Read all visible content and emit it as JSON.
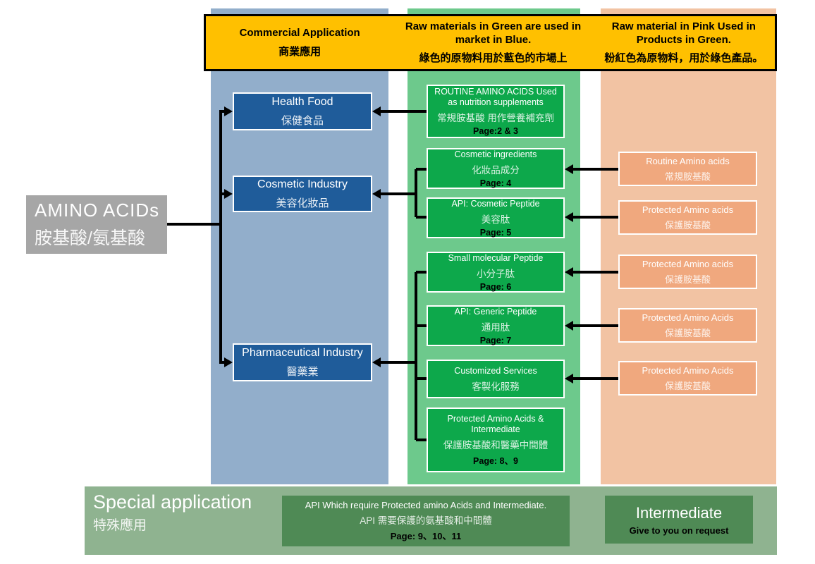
{
  "header": {
    "cells": [
      {
        "en": "Commercial Application",
        "zh": "商業應用"
      },
      {
        "en": "Raw materials in Green are used in market in Blue.",
        "zh": "綠色的原物料用於藍色的市場上"
      },
      {
        "en": "Raw material in Pink Used in Products in Green.",
        "zh": "粉紅色為原物料，用於綠色產品。"
      }
    ]
  },
  "root": {
    "en": "AMINO ACIDs",
    "zh": "胺基酸/氨基酸"
  },
  "industries": [
    {
      "en": "Health Food",
      "zh": "保健食品"
    },
    {
      "en": "Cosmetic Industry",
      "zh": "美容化妝品"
    },
    {
      "en": "Pharmaceutical Industry",
      "zh": "醫藥業"
    }
  ],
  "products": [
    {
      "en": "ROUTINE AMINO ACIDS Used as nutrition supplements",
      "zh": "常規胺基酸 用作營養補充劑",
      "page": "Page:2 & 3"
    },
    {
      "en": "Cosmetic ingredients",
      "zh": "化妝品成分",
      "page": "Page: 4"
    },
    {
      "en": "API: Cosmetic Peptide",
      "zh": "美容肽",
      "page": "Page: 5"
    },
    {
      "en": "Small molecular Peptide",
      "zh": "小分子肽",
      "page": "Page: 6"
    },
    {
      "en": "API: Generic Peptide",
      "zh": "通用肽",
      "page": "Page: 7"
    },
    {
      "en": "Customized Services",
      "zh": "客製化服務"
    },
    {
      "en": "Protected Amino Acids & Intermediate",
      "zh": "保護胺基酸和醫藥中間體",
      "page": "Page: 8、9"
    }
  ],
  "raw_materials": [
    {
      "en": "Routine Amino acids",
      "zh": "常規胺基酸"
    },
    {
      "en": "Protected Amino acids",
      "zh": "保護胺基酸"
    },
    {
      "en": "Protected Amino acids",
      "zh": "保護胺基酸"
    },
    {
      "en": "Protected Amino Acids",
      "zh": "保護胺基酸"
    },
    {
      "en": "Protected Amino Acids",
      "zh": "保護胺基酸"
    }
  ],
  "special": {
    "title_en": "Special application",
    "title_zh": "特殊應用",
    "api_box": {
      "en": "API Which require Protected amino Acids and Intermediate.",
      "zh": "API 需要保護的氨基酸和中間體",
      "page": "Page: 9、10、11"
    },
    "intermediate": {
      "title": "Intermediate",
      "note": "Give to you on request"
    }
  },
  "colors": {
    "legend_yellow": "#FFC000",
    "market_column": "#92AECB",
    "market_box": "#1F5C9A",
    "product_column": "#6DC98C",
    "product_box": "#0DA84B",
    "raw_column": "#F2C3A3",
    "raw_box": "#F0A87E",
    "root_gray": "#A6A6A6",
    "special_bar": "#8FB390",
    "special_box": "#4F8A55"
  }
}
